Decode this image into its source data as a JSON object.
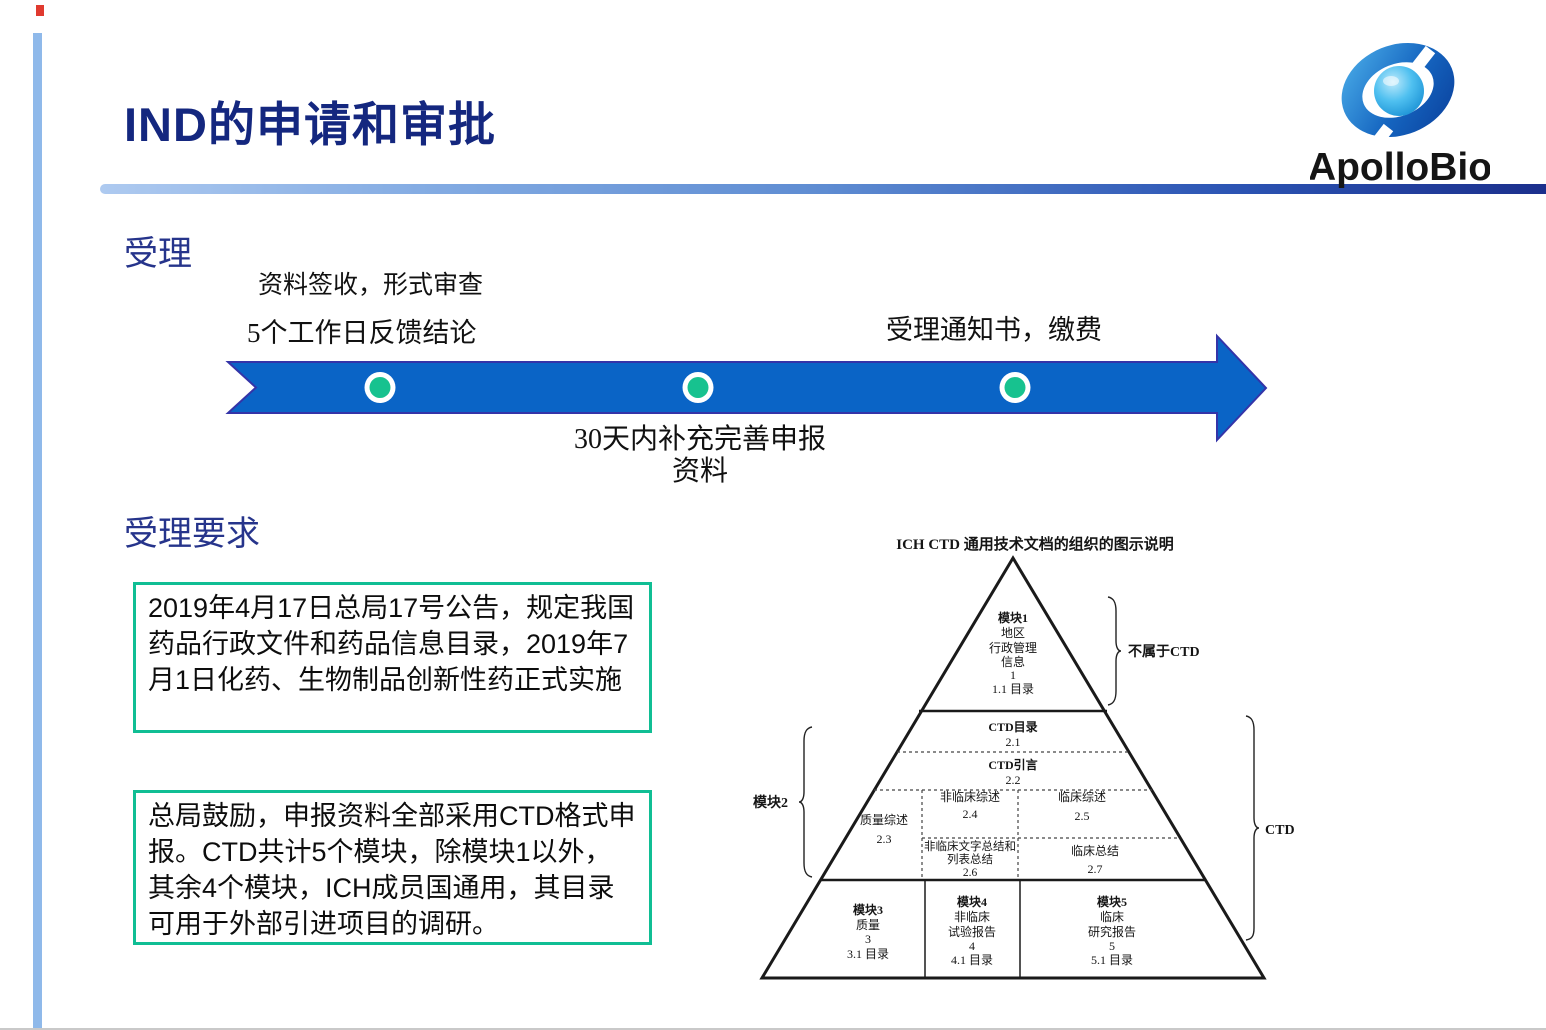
{
  "slide": {
    "title": "IND的申请和审批",
    "logo_text": "ApolloBio"
  },
  "acceptance": {
    "heading": "受理",
    "step1_line1": "资料签收，形式审查",
    "step1_line2": "5个工作日反馈结论",
    "step2_line1": "30天内补充完善申报",
    "step2_line2": "资料",
    "step3_label": "受理通知书，缴费"
  },
  "requirements": {
    "heading": "受理要求",
    "box1": "2019年4月17日总局17号公告，规定我国药品行政文件和药品信息目录，2019年7月1日化药、生物制品创新性药正式实施",
    "box2": "总局鼓励，申报资料全部采用CTD格式申报。CTD共计5个模块，除模块1以外，其余4个模块，ICH成员国通用，其目录可用于外部引进项目的调研。"
  },
  "pyramid": {
    "title": "ICH CTD 通用技术文档的组织的图示说明",
    "module1": [
      "模块1",
      "地区",
      "行政管理",
      "信息",
      "1",
      "1.1 目录"
    ],
    "band21": [
      "CTD目录",
      "2.1"
    ],
    "band22": [
      "CTD引言",
      "2.2"
    ],
    "cell23": [
      "质量综述",
      "2.3"
    ],
    "cell24": [
      "非临床综述",
      "2.4"
    ],
    "cell25": [
      "临床综述",
      "2.5"
    ],
    "cell26": [
      "非临床文字总结和",
      "列表总结",
      "2.6"
    ],
    "cell27": [
      "临床总结",
      "2.7"
    ],
    "module3": [
      "模块3",
      "质量",
      "3",
      "3.1 目录"
    ],
    "module4": [
      "模块4",
      "非临床",
      "试验报告",
      "4",
      "4.1 目录"
    ],
    "module5": [
      "模块5",
      "临床",
      "研究报告",
      "5",
      "5.1 目录"
    ],
    "brace_not_ctd": "不属于CTD",
    "brace_module2": "模块2",
    "brace_ctd": "CTD"
  },
  "colors": {
    "title_navy": "#14277F",
    "heading_blue": "#26348B",
    "arrow_fill": "#0A64C6",
    "arrow_stroke": "#3434A8",
    "dot_green": "#17C28F",
    "box_border_green": "#10BE94",
    "accent_bar_blue": "#8FB9EA",
    "logo_blue": "#1C3FA6"
  }
}
